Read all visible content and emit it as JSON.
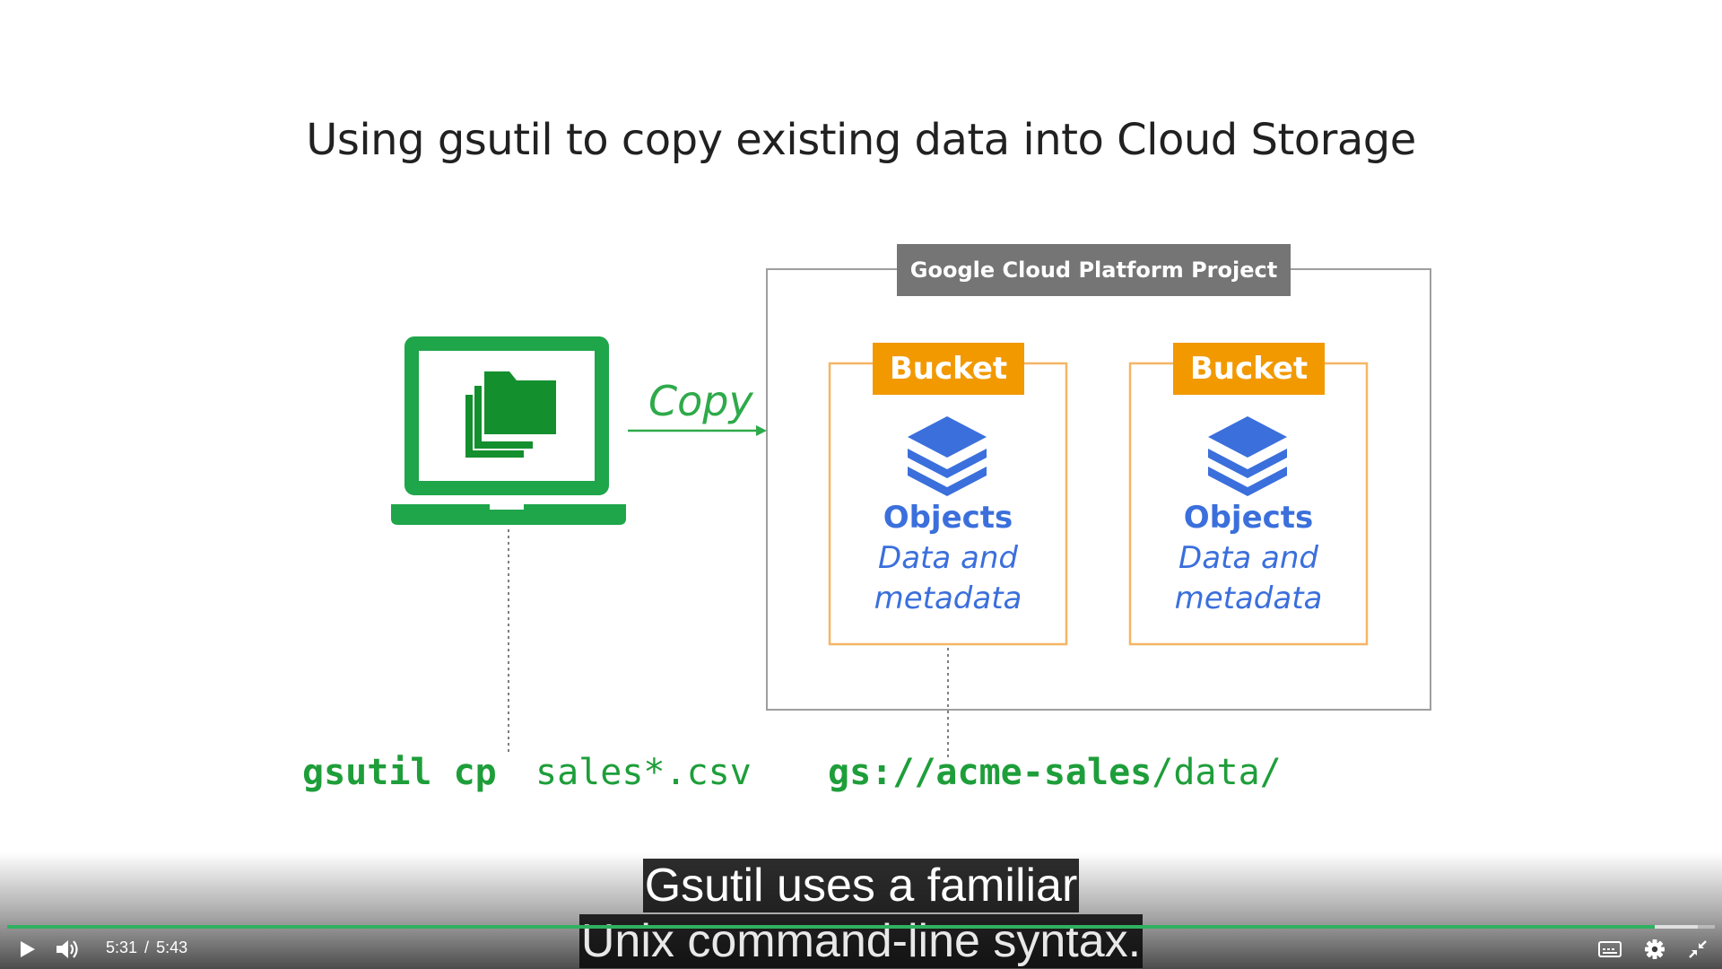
{
  "slide": {
    "title": "Using gsutil to copy existing data into Cloud Storage",
    "copy_label": "Copy",
    "project_label": "Google Cloud Platform Project",
    "buckets": [
      {
        "label": "Bucket",
        "objects_title": "Objects",
        "objects_desc_1": "Data and",
        "objects_desc_2": "metadata"
      },
      {
        "label": "Bucket",
        "objects_title": "Objects",
        "objects_desc_1": "Data and",
        "objects_desc_2": "metadata"
      }
    ],
    "command": {
      "part1": "gsutil cp",
      "part2": "sales*.csv",
      "part3_prefix": "gs://",
      "part3_bucket": "acme-sales",
      "part3_suffix": "/data/"
    },
    "colors": {
      "laptop_green": "#1fa54a",
      "folder_green": "#148f2e",
      "bucket_orange": "#f29900",
      "objects_blue": "#3b6fdc",
      "command_green": "#1e9e3a",
      "progress_green": "#2fb15f"
    }
  },
  "captions": {
    "line1": "Gsutil uses a familiar",
    "line2": "Unix command-line syntax."
  },
  "player": {
    "current_time": "5:31",
    "separator": "/",
    "duration": "5:43",
    "progress_fraction": 0.965,
    "buffered_fraction": 0.99,
    "icons": {
      "play": "play-icon",
      "volume": "volume-icon",
      "captions": "captions-icon",
      "settings": "gear-icon",
      "exit_fullscreen": "exit-fullscreen-icon"
    }
  }
}
